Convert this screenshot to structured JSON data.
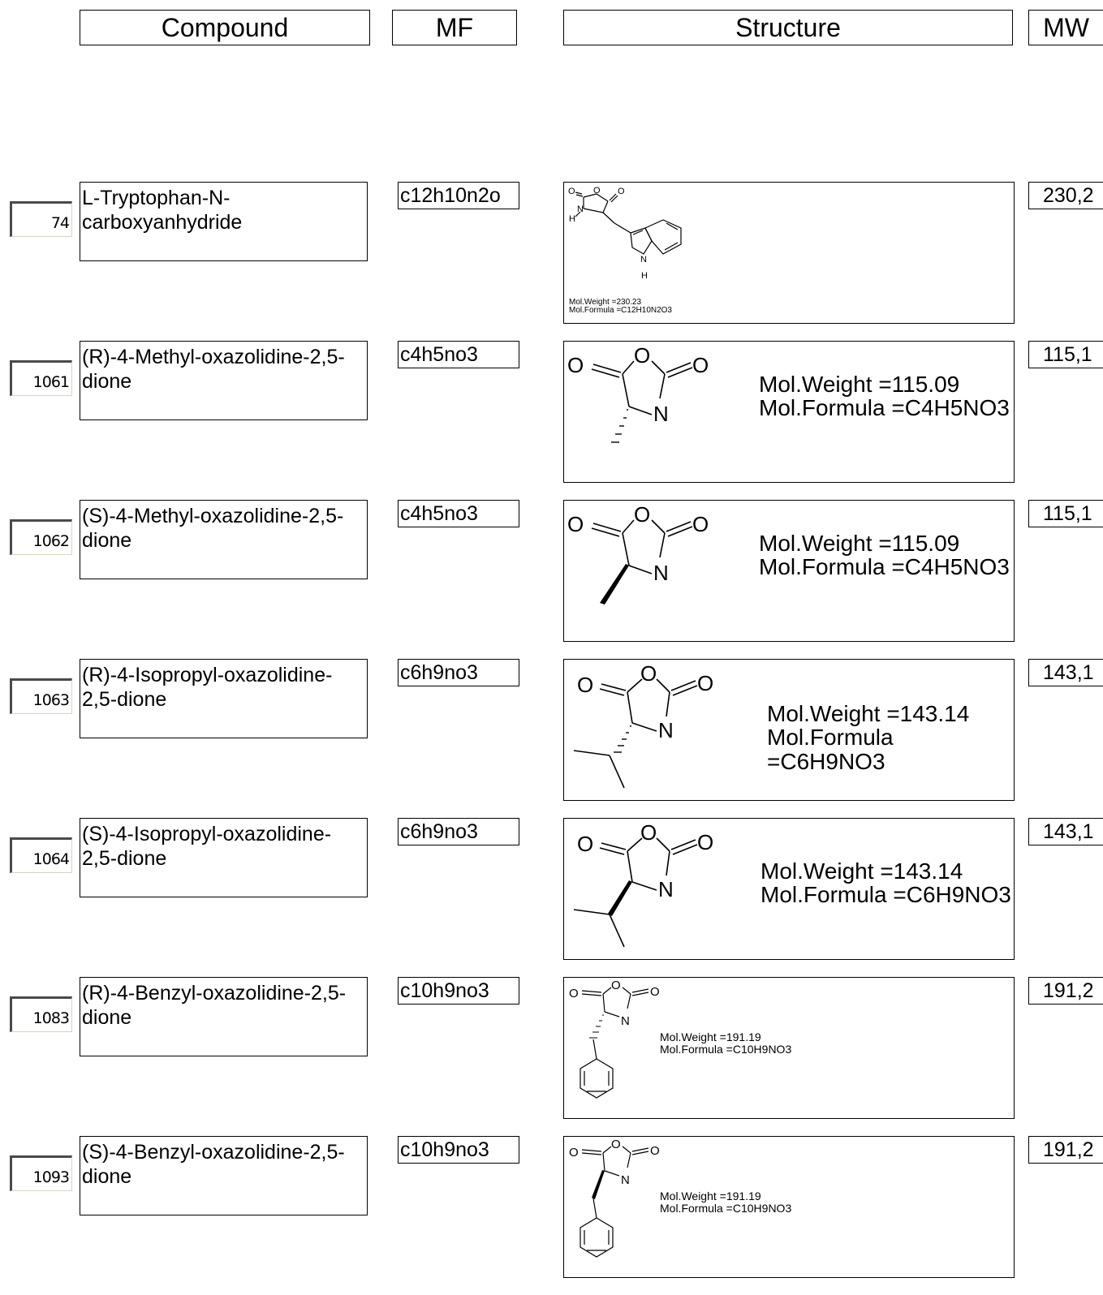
{
  "headers": {
    "compound": "Compound",
    "mf": "MF",
    "structure": "Structure",
    "mw": "MW"
  },
  "rows": [
    {
      "id": "74",
      "name": "L-Tryptophan-N-\ncarboxyanhydride",
      "mf": "c12h10n2o",
      "mw": "230,2",
      "structure_text": "Mol.Weight =230.23\nMol.Formula =C12H10N2O3"
    },
    {
      "id": "1061",
      "name": "(R)-4-Methyl-oxazolidine-2,5-\ndione",
      "mf": "c4h5no3",
      "mw": "115,1",
      "structure_text": "Mol.Weight =115.09\nMol.Formula =C4H5NO3"
    },
    {
      "id": "1062",
      "name": "(S)-4-Methyl-oxazolidine-2,5-\ndione",
      "mf": "c4h5no3",
      "mw": "115,1",
      "structure_text": "Mol.Weight =115.09\nMol.Formula =C4H5NO3"
    },
    {
      "id": "1063",
      "name": "(R)-4-Isopropyl-oxazolidine-\n2,5-dione",
      "mf": "c6h9no3",
      "mw": "143,1",
      "structure_text": "Mol.Weight =143.14\nMol.Formula =C6H9NO3"
    },
    {
      "id": "1064",
      "name": "(S)-4-Isopropyl-oxazolidine-\n2,5-dione",
      "mf": "c6h9no3",
      "mw": "143,1",
      "structure_text": "Mol.Weight =143.14\nMol.Formula =C6H9NO3"
    },
    {
      "id": "1083",
      "name": "(R)-4-Benzyl-oxazolidine-2,5-\ndione",
      "mf": "c10h9no3",
      "mw": "191,2",
      "structure_text": "Mol.Weight =191.19\nMol.Formula =C10H9NO3"
    },
    {
      "id": "1093",
      "name": "(S)-4-Benzyl-oxazolidine-2,5-\ndione",
      "mf": "c10h9no3",
      "mw": "191,2",
      "structure_text": "Mol.Weight =191.19\nMol.Formula =C10H9NO3"
    }
  ],
  "atoms": {
    "oxygen": "O",
    "nitrogen": "N",
    "hydrogen": "H"
  }
}
